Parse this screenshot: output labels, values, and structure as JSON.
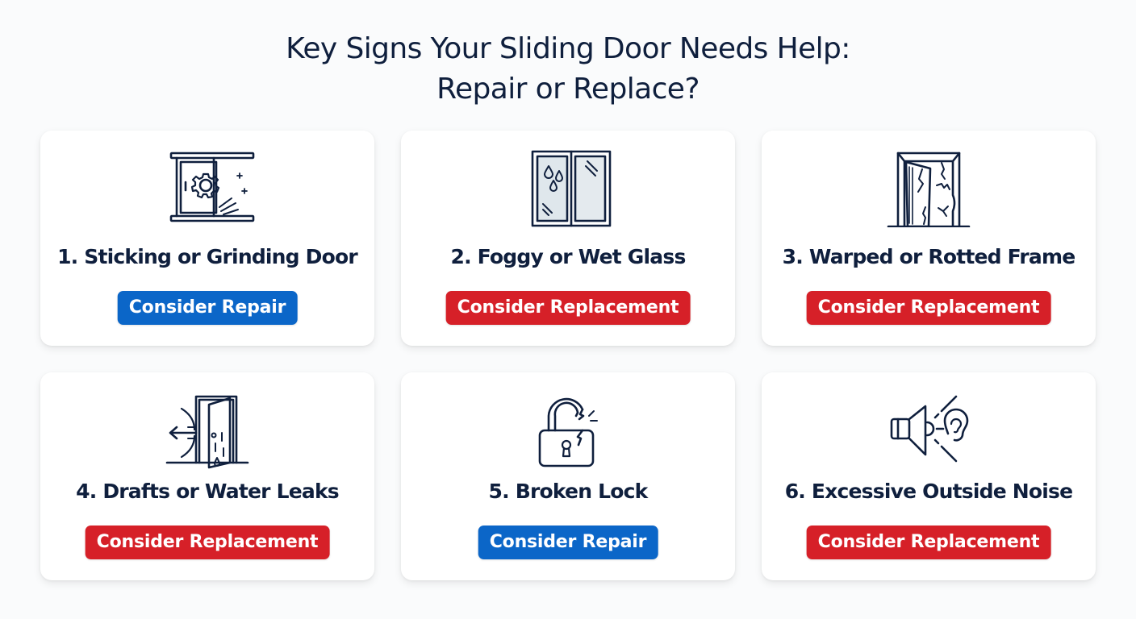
{
  "title": {
    "line1": "Key Signs Your Sliding Door Needs Help:",
    "line2": "Repair or Replace?"
  },
  "colors": {
    "title": "#0f1f3d",
    "repair": "#0b66c8",
    "replace": "#d62028",
    "card": "#ffffff",
    "background": "#fafbfc"
  },
  "cards": [
    {
      "number": "1",
      "heading": "1. Sticking or Grinding Door",
      "icon": "sliding-door-gear-icon",
      "badge": "Consider Repair",
      "type": "repair"
    },
    {
      "number": "2",
      "heading": "2. Foggy or Wet Glass",
      "icon": "foggy-window-icon",
      "badge": "Consider Replacement",
      "type": "replace"
    },
    {
      "number": "3",
      "heading": "3. Warped or Rotted Frame",
      "icon": "cracked-door-frame-icon",
      "badge": "Consider Replacement",
      "type": "replace"
    },
    {
      "number": "4",
      "heading": "4. Drafts or Water Leaks",
      "icon": "draft-leak-door-icon",
      "badge": "Consider Replacement",
      "type": "replace"
    },
    {
      "number": "5",
      "heading": "5. Broken Lock",
      "icon": "broken-padlock-icon",
      "badge": "Consider Repair",
      "type": "repair"
    },
    {
      "number": "6",
      "heading": "6. Excessive Outside Noise",
      "icon": "speaker-ear-noise-icon",
      "badge": "Consider Replacement",
      "type": "replace"
    }
  ]
}
